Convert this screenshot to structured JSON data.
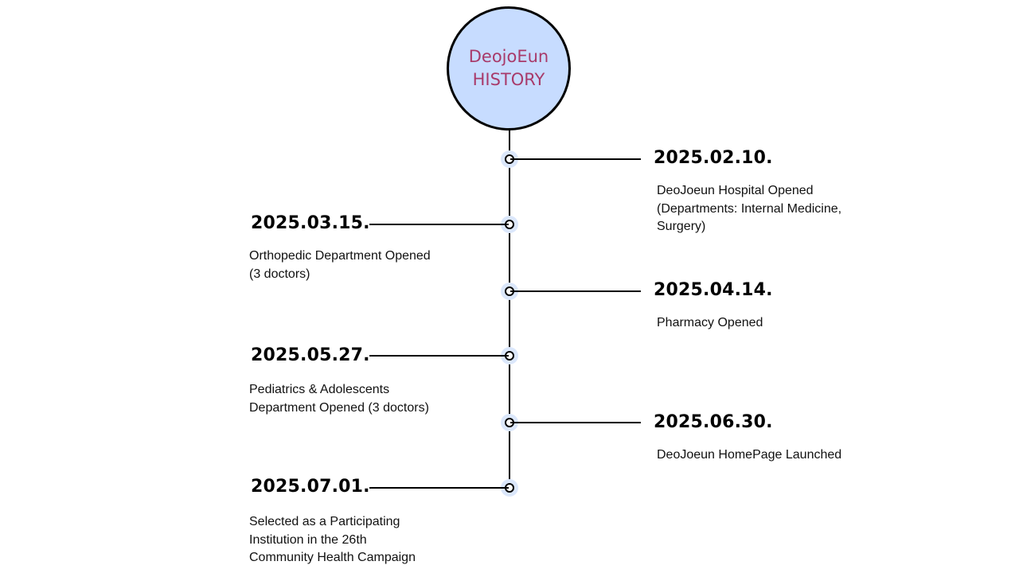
{
  "title": {
    "line1": "DeojoEun",
    "line2": "HISTORY"
  },
  "colors": {
    "title_text": "#a83a6a",
    "circle_fill": "#c7dcff",
    "node_halo": "#dbe7fb"
  },
  "events": [
    {
      "date": "2025.02.10.",
      "description": "DeoJoeun Hospital Opened\n(Departments: Internal Medicine,\nSurgery)"
    },
    {
      "date": "2025.03.15.",
      "description": "Orthopedic Department Opened\n(3 doctors)"
    },
    {
      "date": "2025.04.14.",
      "description": "Pharmacy Opened"
    },
    {
      "date": "2025.05.27.",
      "description": "Pediatrics & Adolescents\nDepartment Opened (3 doctors)"
    },
    {
      "date": "2025.06.30.",
      "description": "DeoJoeun HomePage Launched"
    },
    {
      "date": "2025.07.01.",
      "description": "Selected as a Participating\nInstitution in the 26th\nCommunity Health Campaign"
    }
  ]
}
